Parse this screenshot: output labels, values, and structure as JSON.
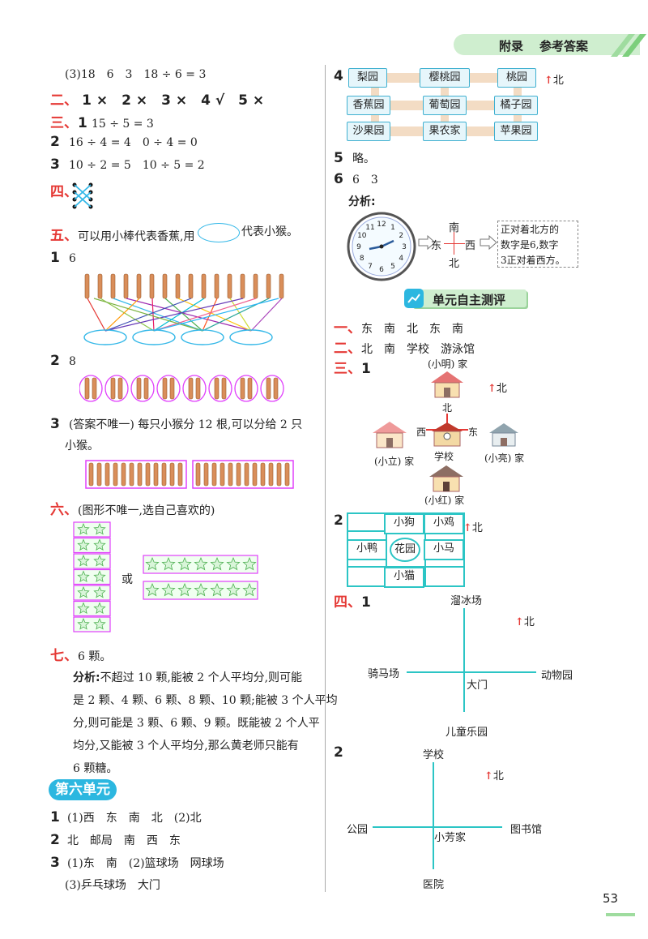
{
  "header": {
    "appendix": "附录",
    "answers": "参考答案"
  },
  "page_number": "53",
  "left": {
    "l1": "(3)18　6　3　18 ÷ 6 = 3",
    "er_label": "二、",
    "er_text": "1 ×　2 ×　3 ×　4 √　5 ×",
    "san_label": "三、",
    "san_1": "1",
    "san_1_text": "15 ÷ 5 = 3",
    "san_2": "2",
    "san_2_text": "16 ÷ 4 = 4　0 ÷ 4 = 0",
    "san_3": "3",
    "san_3_text": "10 ÷ 2 = 5　10 ÷ 5 = 2",
    "si_label": "四、",
    "wu_label": "五、",
    "wu_text_a": "可以用小棒代表香蕉,用",
    "wu_text_b": "代表小猴。",
    "q1": "1",
    "q1_text": "6",
    "q2": "2",
    "q2_text": "8",
    "q3": "3",
    "q3_text_a": "(答案不唯一) 每只小猴分 12 根,可以分给 2 只",
    "q3_text_b": "小猴。",
    "liu_label": "六、",
    "liu_text": "(图形不唯一,选自己喜欢的)",
    "or_text": "或",
    "qi_label": "七、",
    "qi_text": "6 颗。",
    "analysis_label": "分析:",
    "analysis_lines": [
      "不超过 10 颗,能被 2 个人平均分,则可能",
      "是 2 颗、4 颗、6 颗、8 颗、10 颗;能被 3 个人平均",
      "分,则可能是 3 颗、6 颗、9 颗。既能被 2 个人平",
      "均分,又能被 3 个人平均分,那么黄老师只能有",
      "6 颗糖。"
    ],
    "unit6_title": "第六单元",
    "u6_1": "1",
    "u6_1_text": "(1)西　东　南　北　(2)北",
    "u6_2": "2",
    "u6_2_text": "北　邮局　南　西　东",
    "u6_3": "3",
    "u6_3_text": "(1)东　南　(2)篮球场　网球场",
    "u6_3b_text": "(3)乒乓球场　大门"
  },
  "right": {
    "q4": "4",
    "orchards": [
      [
        "梨园",
        "樱桃园",
        "桃园"
      ],
      [
        "香蕉园",
        "葡萄园",
        "橘子园"
      ],
      [
        "沙果园",
        "果农家",
        "苹果园"
      ]
    ],
    "north": "北",
    "q5": "5",
    "q5_text": "略。",
    "q6": "6",
    "q6_text": "6　3",
    "analysis_label": "分析:",
    "compass": {
      "n": "南",
      "s": "北",
      "w": "东",
      "e": "西"
    },
    "note_lines": [
      "正对着北方的",
      "数字是6,数字",
      "3正对着西方。"
    ],
    "clock_numbers": [
      "12",
      "1",
      "2",
      "3",
      "4",
      "5",
      "6",
      "7",
      "8",
      "9",
      "10",
      "11"
    ],
    "test_title": "单元自主测评",
    "yi_label": "一、",
    "yi_text": "东　南　北　东　南",
    "er_label": "二、",
    "er_text": "北　南　学校　游泳馆",
    "san_label": "三、",
    "san_1": "1",
    "map1": {
      "top": "(小明) 家",
      "left": "(小立) 家",
      "right": "(小亮) 家",
      "bottom": "(小红) 家",
      "center": "学校",
      "n": "北",
      "w": "西",
      "e": "东"
    },
    "q2": "2",
    "grid": {
      "dog": "小狗",
      "chicken": "小鸡",
      "duck": "小鸭",
      "garden": "花园",
      "horse": "小马",
      "cat": "小猫"
    },
    "si_label": "四、",
    "si_1": "1",
    "cross1": {
      "top": "溜冰场",
      "left": "骑马场",
      "center": "大门",
      "right": "动物园",
      "bottom": "儿童乐园"
    },
    "si_2": "2",
    "cross2": {
      "top": "学校",
      "left": "公园",
      "center": "小芳家",
      "right": "图书馆",
      "bottom": "医院"
    }
  }
}
